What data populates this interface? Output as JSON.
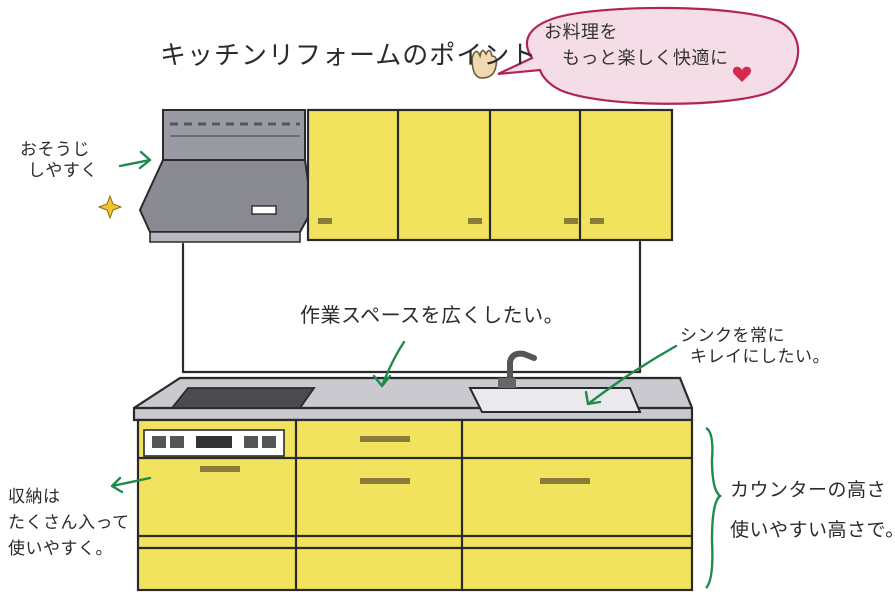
{
  "title": "キッチンリフォームのポイント",
  "speech_bubble": {
    "line1": "お料理を",
    "line2": "もっと楽しく快適に"
  },
  "notes": {
    "hood_line1": "おそうじ",
    "hood_line2": "しやすく",
    "workspace": "作業スペースを広くしたい。",
    "sink_line1": "シンクを常に",
    "sink_line2": "キレイにしたい。",
    "storage_line1": "収納は",
    "storage_line2": "たくさん入って",
    "storage_line3": "使いやすく。",
    "counter_line1": "カウンターの高さ",
    "counter_line2": "使いやすい高さで。"
  },
  "colors": {
    "cabinet_yellow": "#f2e35e",
    "arrow_green": "#1f8a4c",
    "bubble_outline": "#b0245a",
    "bubble_fill": "#f4dde6",
    "ink": "#2a2a2a"
  },
  "icons": [
    "ok-hand-icon",
    "sparkle-icon",
    "heart-icon"
  ]
}
